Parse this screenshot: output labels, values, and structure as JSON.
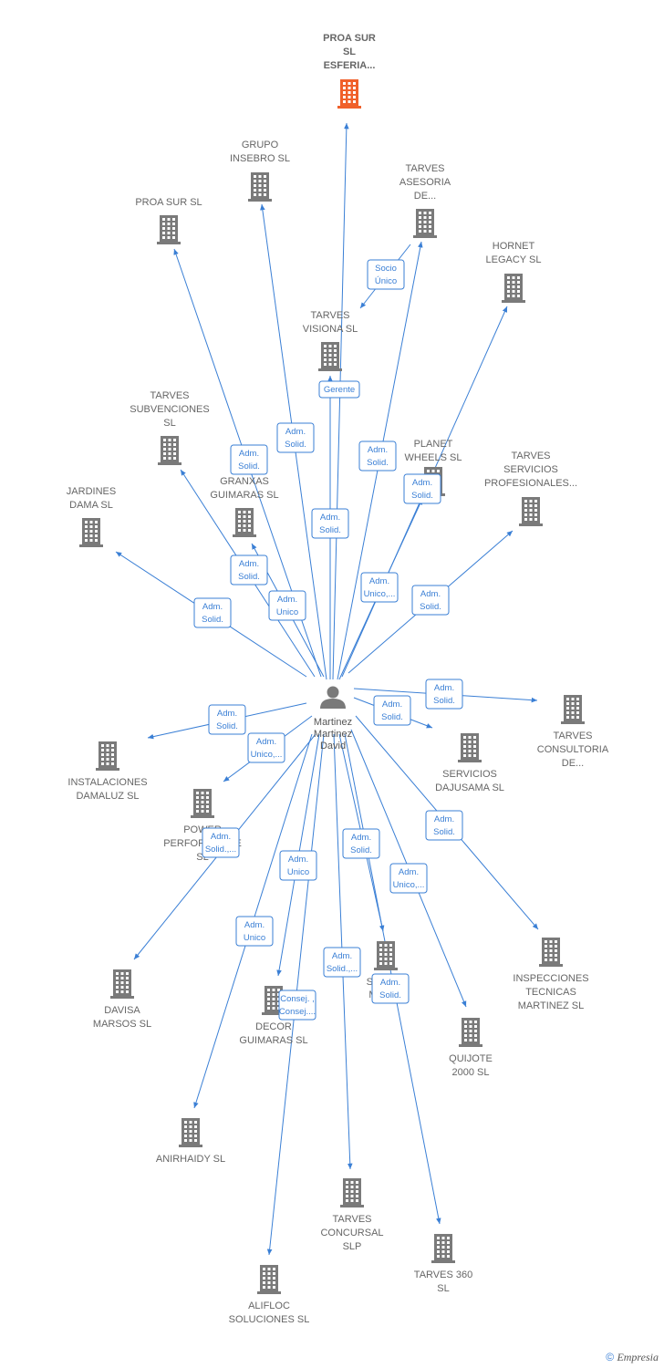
{
  "colors": {
    "edge": "#3a7fd5",
    "building": "#7a7a7a",
    "highlight": "#f0602a",
    "person": "#7a7a7a"
  },
  "person": {
    "lines": [
      "Martinez",
      "Martinez",
      "David"
    ]
  },
  "companies": [
    {
      "id": "proa_esferia",
      "lines": [
        "PROA SUR",
        "SL",
        "ESFERIA..."
      ],
      "highlight": true
    },
    {
      "id": "grupo_insebro",
      "lines": [
        "GRUPO",
        "INSEBRO SL"
      ]
    },
    {
      "id": "tarves_asesoria",
      "lines": [
        "TARVES",
        "ASESORIA",
        "DE..."
      ]
    },
    {
      "id": "proa_sur",
      "lines": [
        "PROA SUR SL"
      ]
    },
    {
      "id": "hornet",
      "lines": [
        "HORNET",
        "LEGACY SL"
      ]
    },
    {
      "id": "tarves_visiona",
      "lines": [
        "TARVES",
        "VISIONA SL"
      ]
    },
    {
      "id": "tarves_subvenciones",
      "lines": [
        "TARVES",
        "SUBVENCIONES",
        "SL"
      ]
    },
    {
      "id": "planet",
      "lines": [
        "PLANET",
        "WHEELS SL"
      ]
    },
    {
      "id": "tarves_servicios",
      "lines": [
        "TARVES",
        "SERVICIOS",
        "PROFESIONALES..."
      ]
    },
    {
      "id": "jardines",
      "lines": [
        "JARDINES",
        "DAMA SL"
      ]
    },
    {
      "id": "granxas",
      "lines": [
        "GRANXAS",
        "GUIMARAS SL"
      ]
    },
    {
      "id": "tarves_consultoria",
      "lines": [
        "TARVES",
        "CONSULTORIA",
        "DE..."
      ]
    },
    {
      "id": "servicios_dajusama",
      "lines": [
        "SERVICIOS",
        "DAJUSAMA SL"
      ]
    },
    {
      "id": "instalaciones",
      "lines": [
        "INSTALACIONES",
        "DAMALUZ SL"
      ]
    },
    {
      "id": "power",
      "lines": [
        "POWER",
        "PERFORMANCE",
        "SL"
      ]
    },
    {
      "id": "inspecciones",
      "lines": [
        "INSPECCIONES",
        "TECNICAS",
        "MARTINEZ SL"
      ]
    },
    {
      "id": "davisa",
      "lines": [
        "DAVISA",
        "MARSOS SL"
      ]
    },
    {
      "id": "decor",
      "lines": [
        "DECOR",
        "GUIMARAS SL"
      ]
    },
    {
      "id": "se_m",
      "lines": [
        "SE",
        "M"
      ]
    },
    {
      "id": "quijote",
      "lines": [
        "QUIJOTE",
        "2000 SL"
      ]
    },
    {
      "id": "anirhaidy",
      "lines": [
        "ANIRHAIDY SL"
      ]
    },
    {
      "id": "tarves_concursal",
      "lines": [
        "TARVES",
        "CONCURSAL",
        "SLP"
      ]
    },
    {
      "id": "tarves_360",
      "lines": [
        "TARVES 360",
        "SL"
      ]
    },
    {
      "id": "alifloc",
      "lines": [
        "ALIFLOC",
        "SOLUCIONES SL"
      ]
    }
  ],
  "edges": [
    {
      "from": "person",
      "to": "proa_esferia",
      "label": [
        "Gerente"
      ]
    },
    {
      "from": "person",
      "to": "grupo_insebro",
      "label": [
        "Adm.",
        "Solid."
      ]
    },
    {
      "from": "tarves_asesoria",
      "to": "tarves_visiona",
      "label": [
        "Socio",
        "Único"
      ]
    },
    {
      "from": "person",
      "to": "tarves_asesoria",
      "label": [
        "Adm.",
        "Solid."
      ]
    },
    {
      "from": "person",
      "to": "proa_sur",
      "label": [
        "Adm.",
        "Solid."
      ]
    },
    {
      "from": "person",
      "to": "hornet",
      "label": [
        "Adm.",
        "Solid."
      ]
    },
    {
      "from": "person",
      "to": "tarves_visiona",
      "label": [
        "Adm.",
        "Solid."
      ]
    },
    {
      "from": "person",
      "to": "planet",
      "label": [
        "Adm.",
        "Unico,..."
      ]
    },
    {
      "from": "person",
      "to": "tarves_subvenciones",
      "label": [
        "Adm.",
        "Solid."
      ]
    },
    {
      "from": "person",
      "to": "tarves_servicios",
      "label": [
        "Adm.",
        "Solid."
      ]
    },
    {
      "from": "person",
      "to": "jardines",
      "label": [
        "Adm.",
        "Solid."
      ]
    },
    {
      "from": "person",
      "to": "granxas",
      "label": [
        "Adm.",
        "Unico"
      ]
    },
    {
      "from": "person",
      "to": "tarves_consultoria",
      "label": [
        "Adm.",
        "Solid."
      ]
    },
    {
      "from": "person",
      "to": "servicios_dajusama",
      "label": [
        "Adm.",
        "Solid."
      ]
    },
    {
      "from": "person",
      "to": "instalaciones",
      "label": [
        "Adm.",
        "Solid."
      ]
    },
    {
      "from": "person",
      "to": "power",
      "label": [
        "Adm.",
        "Unico,..."
      ]
    },
    {
      "from": "person",
      "to": "inspecciones",
      "label": [
        "Adm.",
        "Solid."
      ]
    },
    {
      "from": "person",
      "to": "davisa",
      "label": [
        "Adm.",
        "Solid.,..."
      ]
    },
    {
      "from": "person",
      "to": "decor",
      "label": [
        "Adm.",
        "Unico"
      ]
    },
    {
      "from": "person",
      "to": "se_m",
      "label": [
        "Adm.",
        "Solid."
      ]
    },
    {
      "from": "person",
      "to": "quijote",
      "label": [
        "Adm.",
        "Unico,..."
      ]
    },
    {
      "from": "person",
      "to": "anirhaidy",
      "label": [
        "Adm.",
        "Unico"
      ]
    },
    {
      "from": "person",
      "to": "tarves_concursal",
      "label": [
        "Adm.",
        "Solid.,..."
      ]
    },
    {
      "from": "person",
      "to": "tarves_360",
      "label": [
        "Adm.",
        "Solid."
      ]
    },
    {
      "from": "person",
      "to": "alifloc",
      "label": [
        "Consej. ,",
        "Consej...."
      ]
    }
  ],
  "footer": {
    "copyright": "©",
    "brand": "Empresia"
  }
}
